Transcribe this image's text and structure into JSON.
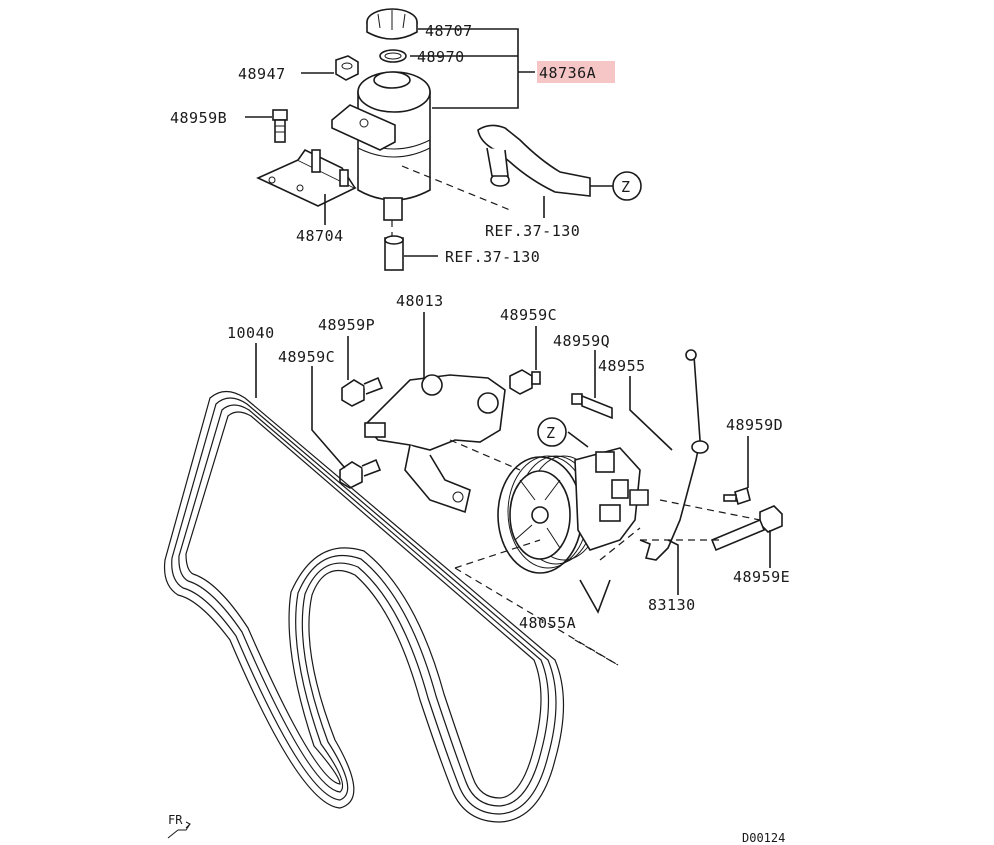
{
  "diagram": {
    "labels": {
      "p48707": "48707",
      "p48970": "48970",
      "p48736A": "48736A",
      "p48947": "48947",
      "p48959B": "48959B",
      "p48704": "48704",
      "ref1": "REF.37-130",
      "ref2": "REF.37-130",
      "p48013": "48013",
      "p10040": "10040",
      "p48959P": "48959P",
      "p48959C_left": "48959C",
      "p48959C_top": "48959C",
      "p48959Q": "48959Q",
      "p48955": "48955",
      "p48959D": "48959D",
      "p48959E": "48959E",
      "p83130": "83130",
      "p48055A": "48055A",
      "z1": "Z",
      "z2": "Z",
      "fr": "FR",
      "code": "D00124"
    },
    "highlight_color": "#f6c6c6",
    "line_color": "#1a1a1a"
  }
}
